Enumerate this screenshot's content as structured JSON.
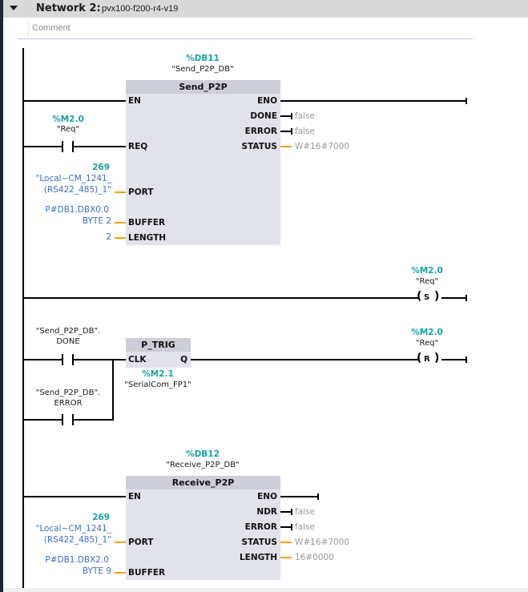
{
  "network": {
    "label": "Network 2:",
    "name": "pvx100-f200-r4-v19",
    "comment_placeholder": "Comment",
    "collapse_icon": "triangle-down-icon"
  },
  "colors": {
    "address": "#1aa3a3",
    "constant": "#3c6fd1",
    "monitor_value": "#9a9a9a",
    "wire": "#000000",
    "word_wire": "#f5a300",
    "block_body": "#e2e2ea",
    "block_header": "#cdced8"
  },
  "send_block": {
    "instance_address": "%DB11",
    "instance_symbol": "\"Send_P2P_DB\"",
    "title": "Send_P2P",
    "inputs": [
      {
        "pin": "EN"
      },
      {
        "pin": "REQ",
        "operand_address": "%M2.0",
        "operand_symbol": "\"Req\"",
        "element": "NO contact"
      },
      {
        "pin": "PORT",
        "value_top": "269",
        "value_line1": "\"Local~CM_1241_",
        "value_line2": "(RS422_485)_1\""
      },
      {
        "pin": "BUFFER",
        "value_line1": "P#DB1.DBX0.0",
        "value_line2": "BYTE 2"
      },
      {
        "pin": "LENGTH",
        "value": "2"
      }
    ],
    "outputs": [
      {
        "pin": "ENO"
      },
      {
        "pin": "DONE",
        "value": "false"
      },
      {
        "pin": "ERROR",
        "value": "false"
      },
      {
        "pin": "STATUS",
        "value": "W#16#7000"
      }
    ]
  },
  "set_coil": {
    "address": "%M2.0",
    "symbol": "\"Req\"",
    "letter": "S"
  },
  "ptrig_rung": {
    "contact1_line1": "\"Send_P2P_DB\".",
    "contact1_line2": "DONE",
    "contact2_line1": "\"Send_P2P_DB\".",
    "contact2_line2": "ERROR",
    "ptrig": {
      "title": "P_TRIG",
      "input_pin": "CLK",
      "output_pin": "Q",
      "memory_address": "%M2.1",
      "memory_symbol": "\"SerialCom_FP1\""
    },
    "reset_coil": {
      "address": "%M2.0",
      "symbol": "\"Req\"",
      "letter": "R"
    }
  },
  "receive_block": {
    "instance_address": "%DB12",
    "instance_symbol": "\"Receive_P2P_DB\"",
    "title": "Receive_P2P",
    "inputs": [
      {
        "pin": "EN"
      },
      {
        "pin": "PORT",
        "value_top": "269",
        "value_line1": "\"Local~CM_1241_",
        "value_line2": "(RS422_485)_1\""
      },
      {
        "pin": "BUFFER",
        "value_line1": "P#DB1.DBX2.0",
        "value_line2": "BYTE 9"
      }
    ],
    "outputs": [
      {
        "pin": "ENO"
      },
      {
        "pin": "NDR",
        "value": "false"
      },
      {
        "pin": "ERROR",
        "value": "false"
      },
      {
        "pin": "STATUS",
        "value": "W#16#7000"
      },
      {
        "pin": "LENGTH",
        "value": "16#0000"
      }
    ]
  }
}
